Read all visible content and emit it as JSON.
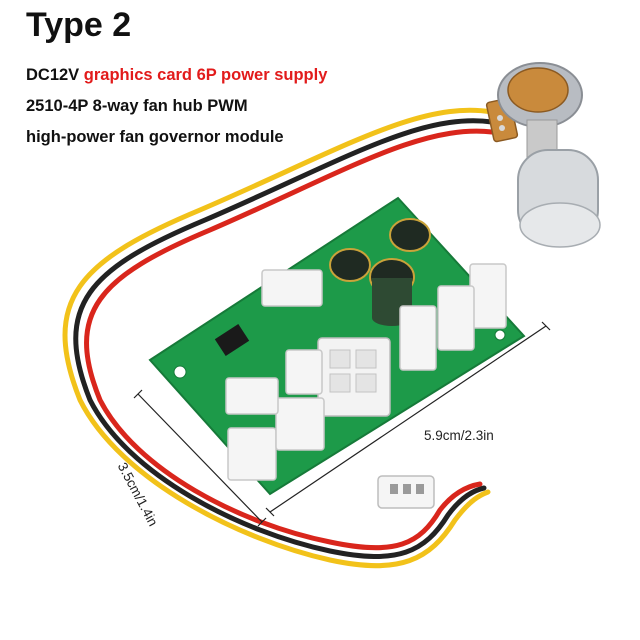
{
  "heading": {
    "title": "Type 2",
    "line1_prefix": "DC12V ",
    "line1_highlight": "graphics card 6P power supply",
    "line2": "2510-4P 8-way fan hub PWM",
    "line3": "high-power fan governor module"
  },
  "dimensions": {
    "width_label": "5.9cm/2.3in",
    "height_label": "3.5cm/1.4in"
  },
  "colors": {
    "pcb": "#1d9a49",
    "accent_red": "#e21b1b",
    "wire_red": "#d9261c",
    "wire_black": "#222222",
    "wire_yellow": "#f2c21a"
  }
}
